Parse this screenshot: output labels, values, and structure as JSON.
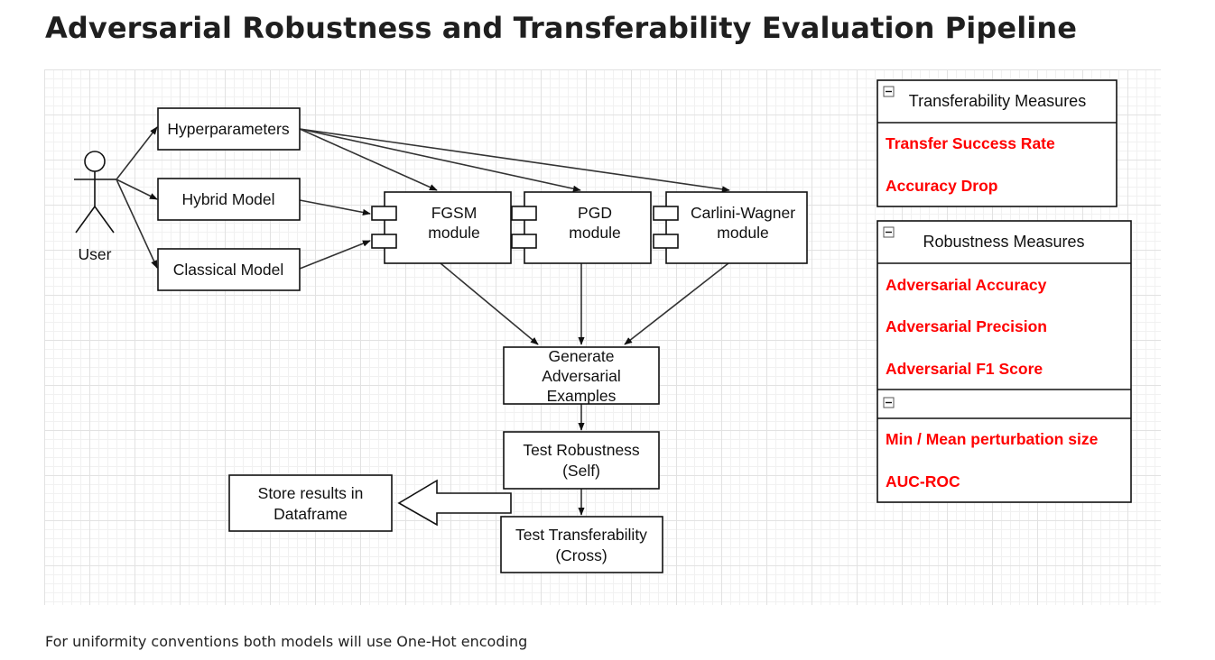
{
  "page": {
    "title": "Adversarial Robustness and Transferability Evaluation Pipeline",
    "footer": "For uniformity conventions both models will use One-Hot encoding"
  },
  "diagram": {
    "actor": {
      "label": "User"
    },
    "inputs": {
      "hyperparameters": "Hyperparameters",
      "hybrid_model": "Hybrid Model",
      "classical_model": "Classical Model"
    },
    "modules": {
      "fgsm": {
        "line1": "FGSM",
        "line2": "module"
      },
      "pgd": {
        "line1": "PGD",
        "line2": "module"
      },
      "cw": {
        "line1": "Carlini-Wagner",
        "line2": "module"
      }
    },
    "steps": {
      "generate": {
        "line1": "Generate",
        "line2": "Adversarial",
        "line3": "Examples"
      },
      "test_self": {
        "line1": "Test Robustness",
        "line2": "(Self)"
      },
      "test_cross": {
        "line1": "Test Transferability",
        "line2": "(Cross)"
      },
      "store": {
        "line1": "Store results in",
        "line2": "Dataframe"
      }
    }
  },
  "panels": {
    "transferability": {
      "title": "Transferability Measures",
      "items": [
        "Transfer Success Rate",
        "Accuracy Drop"
      ]
    },
    "robustness": {
      "title": "Robustness Measures",
      "items": [
        "Adversarial Accuracy",
        "Adversarial Precision",
        "Adversarial F1 Score"
      ]
    },
    "other": {
      "title": "",
      "items": [
        "Min / Mean perturbation size",
        "AUC-ROC"
      ]
    }
  },
  "colors": {
    "metric_text": "#ff0000",
    "line": "#333333",
    "grid": "#e2e2e2"
  },
  "icons": [
    "collapse-icon"
  ]
}
